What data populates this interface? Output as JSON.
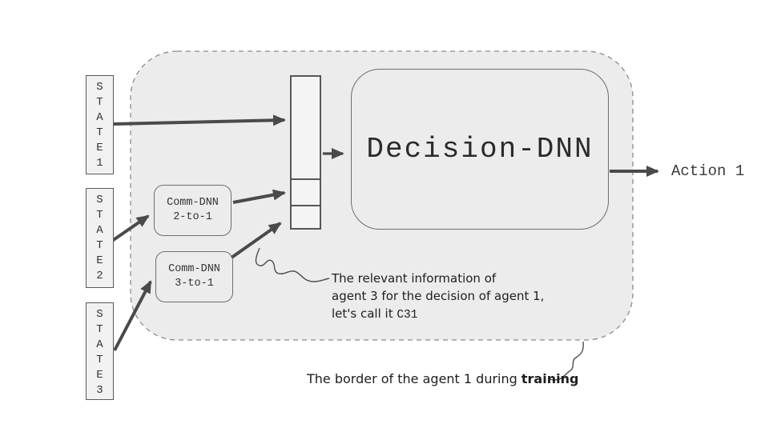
{
  "diagram": {
    "states": [
      {
        "name": "STATE 1",
        "stacked": "S\nT\nA\nT\nE\n1"
      },
      {
        "name": "STATE 2",
        "stacked": "S\nT\nA\nT\nE\n2"
      },
      {
        "name": "STATE 3",
        "stacked": "S\nT\nA\nT\nE\n3"
      }
    ],
    "comm_dnns": [
      {
        "line1": "Comm-DNN",
        "line2": "2-to-1"
      },
      {
        "line1": "Comm-DNN",
        "line2": "3-to-1"
      }
    ],
    "decision_dnn": {
      "label": "Decision-DNN"
    },
    "output": {
      "label": "Action 1"
    },
    "notes": {
      "c31": {
        "line1": "The relevant information of",
        "line2": "agent 3 for the decision of agent 1,",
        "line3_prefix": "let's call it ",
        "line3_code": "C31"
      },
      "border": {
        "prefix": "The border of the agent 1 during ",
        "emphasis": "training"
      }
    },
    "colors": {
      "agent_region_fill": "#ececec",
      "dashed_border": "#8c8c8c",
      "arrow": "#4a4a4a",
      "box_border": "#5f5f5f",
      "box_fill": "#f1f1f1",
      "text": "#2b2b2b"
    }
  }
}
